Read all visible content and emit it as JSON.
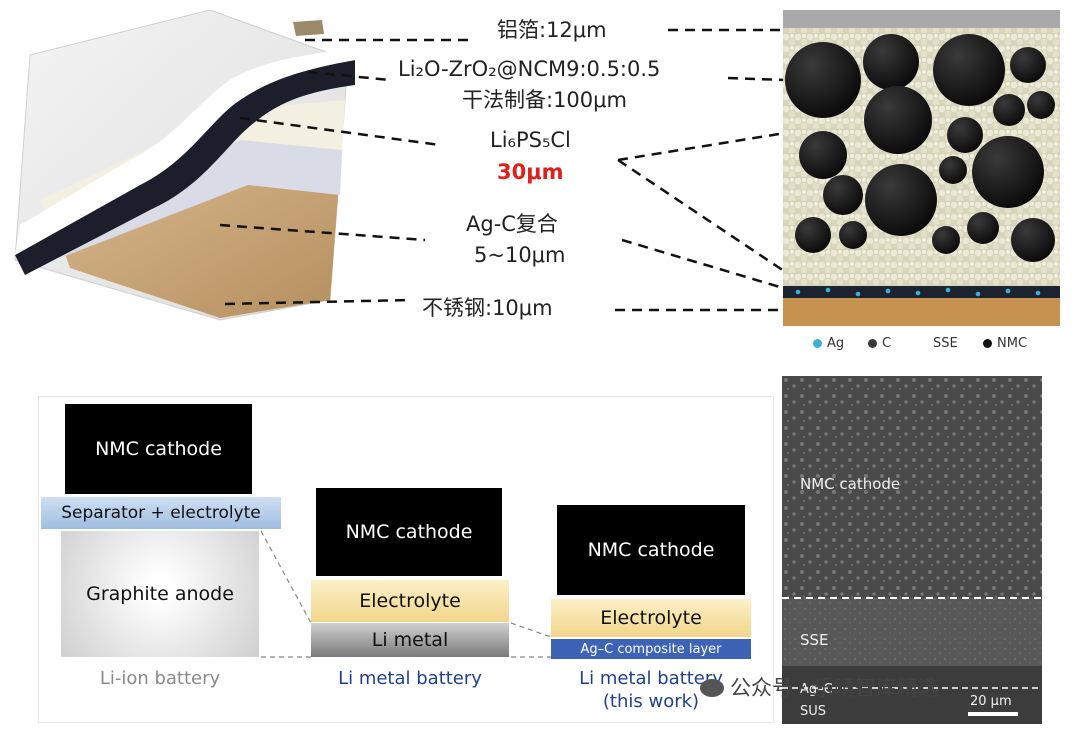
{
  "top": {
    "labels": {
      "al_foil": "铝箔:12μm",
      "cathode_material": "Li₂O-ZrO₂@NCM9:0.5:0.5",
      "cathode_thickness": "干法制备:100μm",
      "electrolyte_material": "Li₆PS₅Cl",
      "electrolyte_thickness": "30μm",
      "agc_material": "Ag-C复合",
      "agc_thickness": "5~10μm",
      "steel": "不锈钢:10μm"
    },
    "legend": [
      {
        "label": "Ag",
        "color": "#3ab0d8"
      },
      {
        "label": "C",
        "color": "#3a3a3a"
      },
      {
        "label": "SSE",
        "color": "#e6e4cf"
      },
      {
        "label": "NMC",
        "color": "#111111"
      }
    ]
  },
  "bottom": {
    "li_ion": {
      "cathode": "NMC cathode",
      "separator": "Separator + electrolyte",
      "anode": "Graphite anode",
      "caption": "Li-ion battery"
    },
    "li_metal": {
      "cathode": "NMC cathode",
      "electrolyte": "Electrolyte",
      "metal": "Li metal",
      "caption": "Li metal battery"
    },
    "this_work": {
      "cathode": "NMC cathode",
      "electrolyte": "Electrolyte",
      "agc": "Ag–C composite layer",
      "caption_line1": "Li metal battery",
      "caption_line2": "(this work)"
    },
    "sem": {
      "cathode": "NMC cathode",
      "sse": "SSE",
      "agc": "Ag–C",
      "sus": "SUS",
      "scale": "20 μm"
    },
    "watermark": "公众号 · 乐晴智库精选"
  },
  "colors": {
    "red_highlight": "#e0201a",
    "blue_caption": "#1f3f8f",
    "gray_caption": "#8a8a8a",
    "electrolyte_yellow": "#f6e2a6",
    "agc_blue": "#3d63b6"
  }
}
